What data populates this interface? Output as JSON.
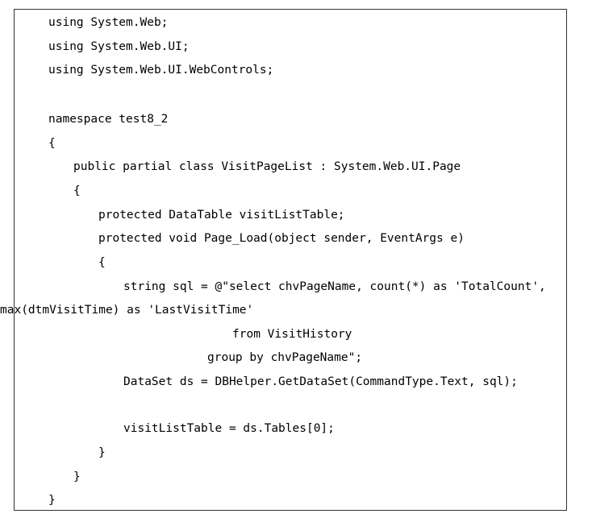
{
  "code": {
    "lines": [
      {
        "text": "using System.Web;"
      },
      {
        "text": "using System.Web.UI;"
      },
      {
        "text": "using System.Web.UI.WebControls;"
      },
      {
        "text": "namespace test8_2"
      },
      {
        "text": "{"
      },
      {
        "text": "public partial class VisitPageList : System.Web.UI.Page"
      },
      {
        "text": "{"
      },
      {
        "text": "protected DataTable visitListTable;"
      },
      {
        "text": "protected void Page_Load(object sender, EventArgs e)"
      },
      {
        "text": "{"
      },
      {
        "text": "string sql = @\"select chvPageName, count(*) as 'TotalCount',"
      },
      {
        "text": "max(dtmVisitTime) as 'LastVisitTime'"
      },
      {
        "text": "from VisitHistory"
      },
      {
        "text": "group by chvPageName\";"
      },
      {
        "text": "DataSet ds = DBHelper.GetDataSet(CommandType.Text, sql);"
      },
      {
        "text": "visitListTable = ds.Tables[0];"
      },
      {
        "text": "}"
      },
      {
        "text": "}"
      },
      {
        "text": "}"
      }
    ]
  }
}
